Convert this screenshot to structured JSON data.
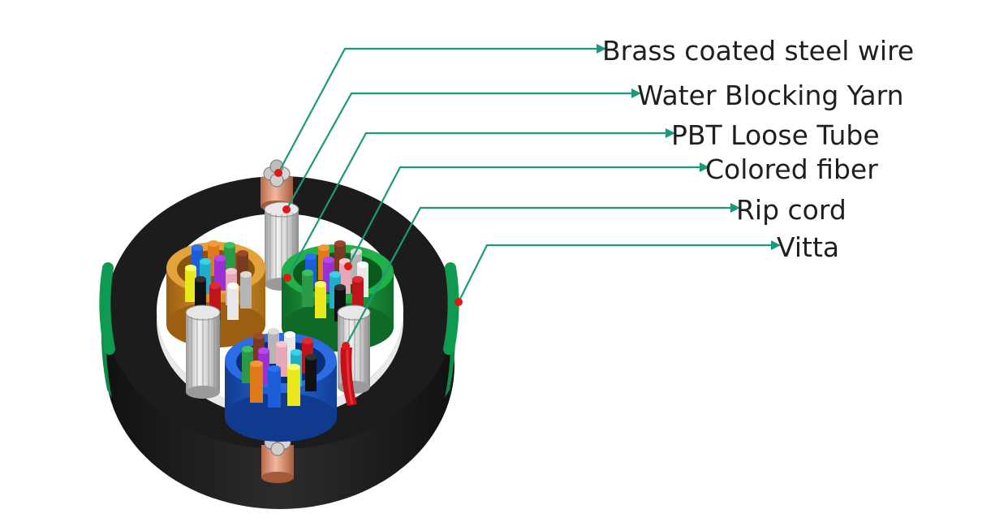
{
  "diagram": {
    "type": "cable cross-section",
    "callout_color": "#1a9a7a",
    "marker_color": "#e01818",
    "labels": [
      {
        "id": "brass-steel-wire",
        "text": "Brass coated steel wire"
      },
      {
        "id": "water-blocking-yarn",
        "text": "Water Blocking Yarn"
      },
      {
        "id": "pbt-loose-tube",
        "text": "PBT Loose Tube"
      },
      {
        "id": "colored-fiber",
        "text": "Colored fiber"
      },
      {
        "id": "rip-cord",
        "text": "Rip cord"
      },
      {
        "id": "vitta",
        "text": "Vitta"
      }
    ],
    "tube_colors": [
      "#d38a1c",
      "#1b9a3c",
      "#1d58c9"
    ]
  }
}
